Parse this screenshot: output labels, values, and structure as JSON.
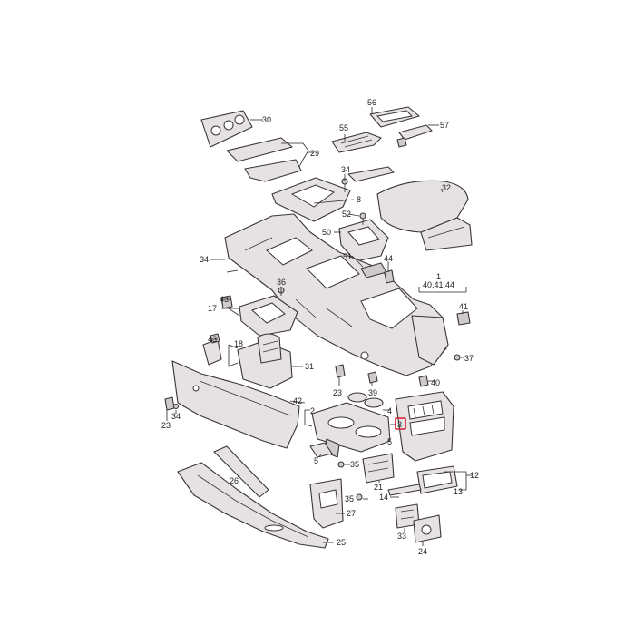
{
  "accent_color": "#d6192f",
  "line_color": "#3a3435",
  "part_fill": "#e6e2e3",
  "highlighted_callout": "3",
  "callouts": {
    "c1": "1",
    "c2": "2",
    "c3": "3",
    "c4": "4",
    "c5a": "5",
    "c5b": "5",
    "c8": "8",
    "c12": "12",
    "c13": "13",
    "c14": "14",
    "c17": "17",
    "c18": "18",
    "c21": "21",
    "c23a": "23",
    "c23b": "23",
    "c24": "24",
    "c25": "25",
    "c26": "26",
    "c27": "27",
    "c29": "29",
    "c30": "30",
    "c31": "31",
    "c32": "32",
    "c33": "33",
    "c34a": "34",
    "c34b": "34",
    "c34c": "34",
    "c35a": "35",
    "c35b": "35",
    "c36": "36",
    "c37": "37",
    "c39": "39",
    "c40": "40",
    "c40_41_44": "40,41,44",
    "c41": "41",
    "c42": "42",
    "c43a": "43",
    "c43b": "43",
    "c44": "44",
    "c50": "50",
    "c51": "51",
    "c52": "52",
    "c55": "55",
    "c56": "56",
    "c57": "57"
  }
}
